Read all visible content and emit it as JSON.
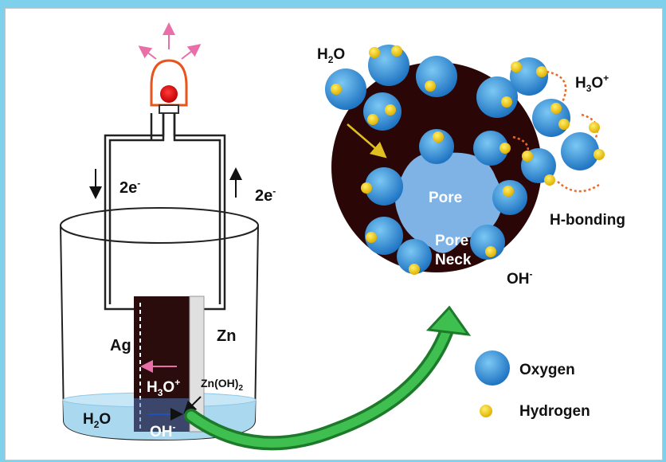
{
  "colors": {
    "background_frame": "#7fd0ea",
    "panel": "#ffffff",
    "oxygen": "#2f8fd8",
    "hydrogen": "#f2d21a",
    "pore": "#7fb3e6",
    "electrode_dark": "#2a0c0c",
    "water": "#a9d8ef",
    "arrow_green": "#27a33a",
    "bulb": "#e8541c",
    "emission": "#e86fa8"
  },
  "icons": [
    "led-bulb-icon",
    "emission-arrow-icon",
    "down-arrow-icon",
    "up-arrow-icon",
    "green-curved-arrow-icon"
  ],
  "cell": {
    "electron_left": "2e",
    "electron_left_sup": "-",
    "electron_right": "2e",
    "electron_right_sup": "-",
    "ag": "Ag",
    "zn": "Zn",
    "h3o_base": "H",
    "h3o_sub": "3",
    "h3o_mid": "O",
    "h3o_sup": "+",
    "znoh_base": "Zn(OH)",
    "znoh_sub": "2",
    "h2o_base": "H",
    "h2o_sub": "2",
    "h2o_end": "O",
    "oh_base": "OH",
    "oh_sup": "-"
  },
  "pore": {
    "h2o_base": "H",
    "h2o_sub": "2",
    "h2o_end": "O",
    "h3o_base": "H",
    "h3o_sub": "3",
    "h3o_mid": "O",
    "h3o_sup": "+",
    "pore_label": "Pore",
    "neck_line1": "Pore",
    "neck_line2": "Neck",
    "hbonding": "H-bonding",
    "oh_base": "OH",
    "oh_sup": "-"
  },
  "legend": {
    "oxygen": "Oxygen",
    "hydrogen": "Hydrogen"
  }
}
